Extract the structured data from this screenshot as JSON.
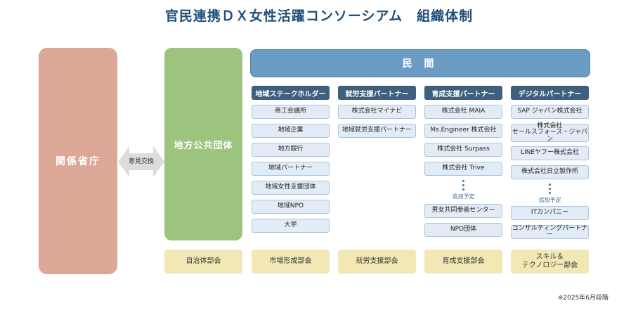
{
  "title": "官民連携ＤＸ女性活躍コンソーシアム　組織体制",
  "ministry": "関係省庁",
  "exchange": "意見交換",
  "local_gov": "地方公共団体",
  "private": "民 間",
  "columns": [
    {
      "header": "地域ステークホルダー",
      "items": [
        "商工会議所",
        "地域企業",
        "地方銀行",
        "地域パートナー",
        "地域女性支援団体",
        "地域NPO",
        "大学"
      ],
      "bureau": "市場形成部会"
    },
    {
      "header": "就労支援パートナー",
      "items": [
        "株式会社マイナビ",
        "地域就労支援パートナー"
      ],
      "bureau": "就労支援部会"
    },
    {
      "header": "育成支援パートナー",
      "items": [
        "株式会社 MAIA",
        "Ms.Engineer 株式会社",
        "株式会社 Surpass",
        "株式会社 Trive"
      ],
      "add_label": "追加予定",
      "extra": [
        "男女共同参画センター",
        "NPO団体"
      ],
      "bureau": "育成支援部会"
    },
    {
      "header": "デジタルパートナー",
      "items": [
        "SAP ジャパン株式会社",
        "株式会社\nセールスフォース・ジャパン",
        "LINEヤフー株式会社",
        "株式会社日立製作所"
      ],
      "add_label": "追加予定",
      "extra": [
        "ITカンパニー",
        "コンサルティングパートナー"
      ],
      "bureau": "スキル＆\nテクノロジー部会"
    }
  ],
  "local_bureau": "自治体部会",
  "footnote": "※2025年6月段階"
}
